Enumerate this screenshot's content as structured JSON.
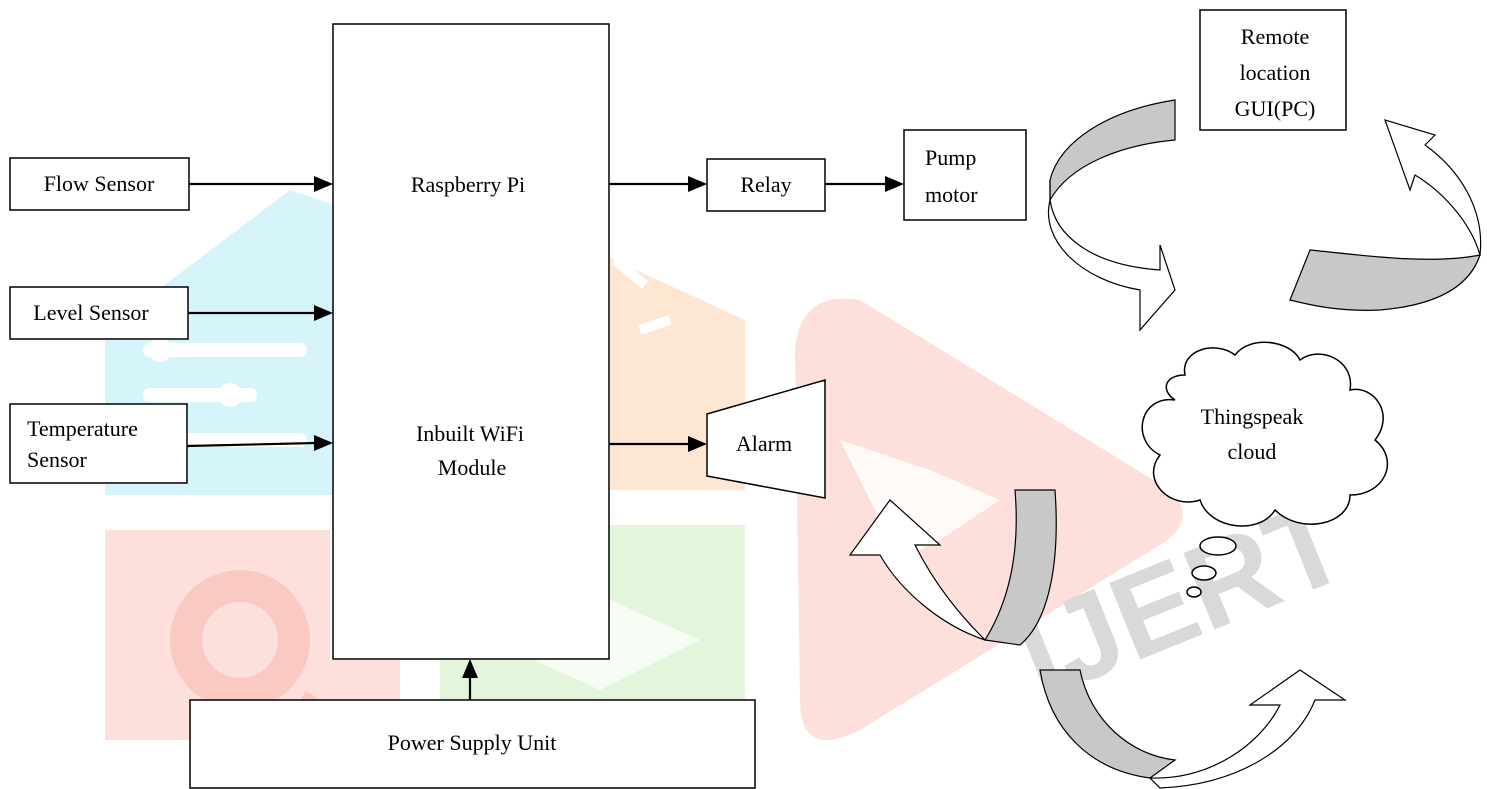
{
  "blocks": {
    "flow_sensor": "Flow Sensor",
    "level_sensor": "Level Sensor",
    "temperature_sensor_line1": "Temperature",
    "temperature_sensor_line2": "Sensor",
    "controller_line1": "Raspberry Pi",
    "controller_line2": "Inbuilt WiFi",
    "controller_line3": "Module",
    "relay": "Relay",
    "pump_line1": "Pump",
    "pump_line2": "motor",
    "alarm": "Alarm",
    "power_supply": "Power Supply Unit",
    "remote_line1": "Remote",
    "remote_line2": "location",
    "remote_line3": "GUI(PC)",
    "cloud_line1": "Thingspeak",
    "cloud_line2": "cloud"
  },
  "watermark": {
    "text": "IJERT",
    "colors": {
      "cyan": "#d6f5fb",
      "orange": "#fde6d2",
      "red": "#fde0dc",
      "green": "#e3f6dc",
      "grey": "#d9d9d9"
    }
  },
  "colors": {
    "arrow_band_shade": "#c8c8c8",
    "stroke": "#000000"
  }
}
